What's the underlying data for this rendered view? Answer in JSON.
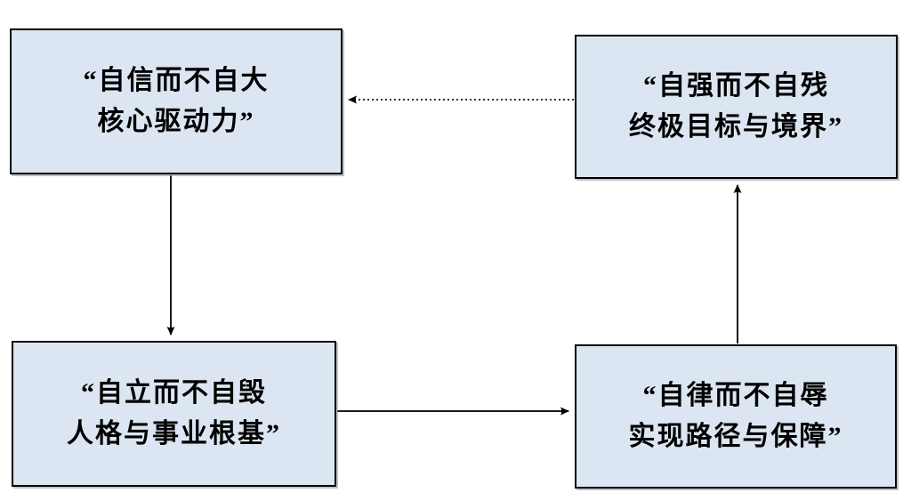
{
  "diagram": {
    "type": "flowchart-cycle",
    "background_color": "#ffffff",
    "node_fill_color": "#dce6f2",
    "node_border_color": "#000000",
    "arrow_color": "#000000",
    "nodes": [
      {
        "id": "top-left",
        "line1": "“自信而不自大",
        "line2": "核心驱动力”"
      },
      {
        "id": "top-right",
        "line1": "“自强而不自残",
        "line2": "终极目标与境界”"
      },
      {
        "id": "bottom-left",
        "line1": "“自立而不自毁",
        "line2": "人格与事业根基”"
      },
      {
        "id": "bottom-right",
        "line1": "“自律而不自辱",
        "line2": "实现路径与保障”"
      }
    ],
    "edges": [
      {
        "from": "top-left",
        "to": "bottom-left",
        "style": "solid",
        "direction": "down"
      },
      {
        "from": "bottom-left",
        "to": "bottom-right",
        "style": "solid",
        "direction": "right"
      },
      {
        "from": "bottom-right",
        "to": "top-right",
        "style": "solid",
        "direction": "up"
      },
      {
        "from": "top-right",
        "to": "top-left",
        "style": "dotted",
        "direction": "left"
      }
    ]
  }
}
